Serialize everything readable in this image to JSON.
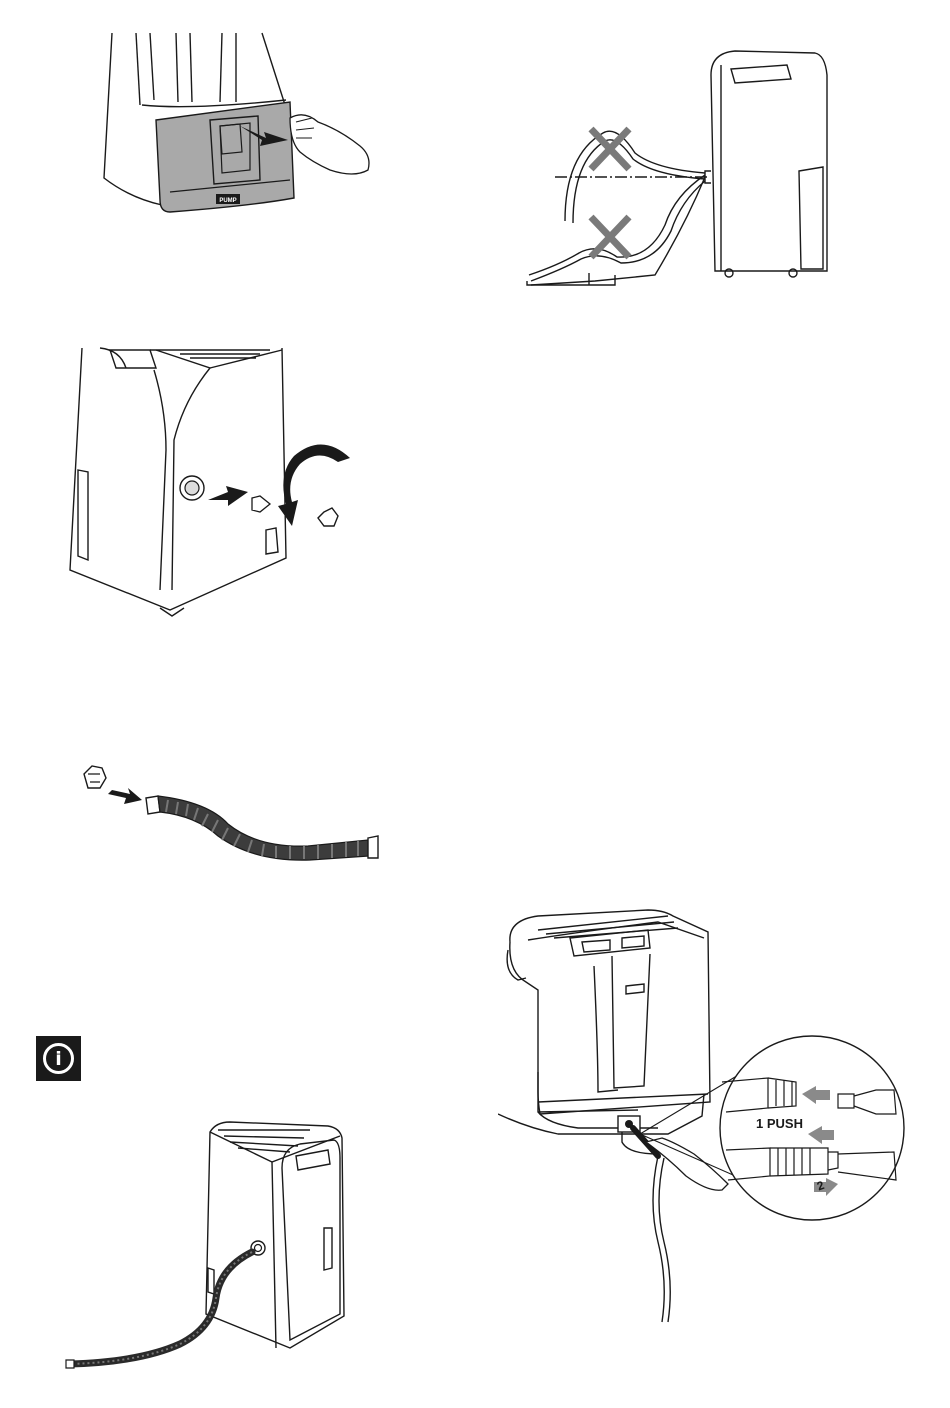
{
  "figures": {
    "tank_removal": {
      "tank_label": "PUMP"
    },
    "hose_route": {},
    "cap_removal": {},
    "hose_fitting": {},
    "hose_connected": {},
    "quick_connect": {
      "step1_label": "1 PUSH",
      "step2_label": "2"
    }
  },
  "info_icon": {
    "glyph": "i"
  },
  "colors": {
    "line": "#1a1a1a",
    "tank_fill": "#a9a9a9",
    "arrow_gray": "#8a8a8a",
    "cross": "#7a7a7a"
  }
}
